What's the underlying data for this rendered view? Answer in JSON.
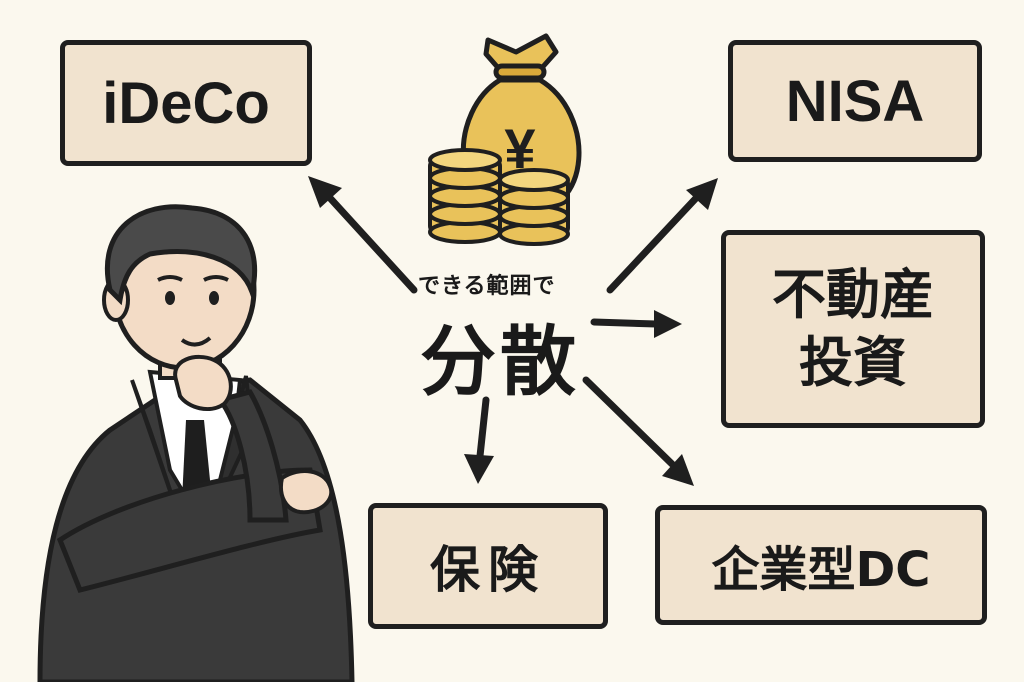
{
  "center": {
    "caption": "できる範囲で",
    "title": "分散"
  },
  "nodes": {
    "ideco": "iDeCo",
    "nisa": "NISA",
    "real_estate_line1": "不動産",
    "real_estate_line2": "投資",
    "insurance": "保険",
    "corporate_dc": "企業型DC"
  },
  "icon": {
    "money_bag_symbol": "¥"
  },
  "colors": {
    "background": "#fbf8ee",
    "box_fill": "#f1e3cf",
    "box_border": "#1f1f1f",
    "gold": "#e9c25a",
    "suit": "#3a3a3a"
  }
}
